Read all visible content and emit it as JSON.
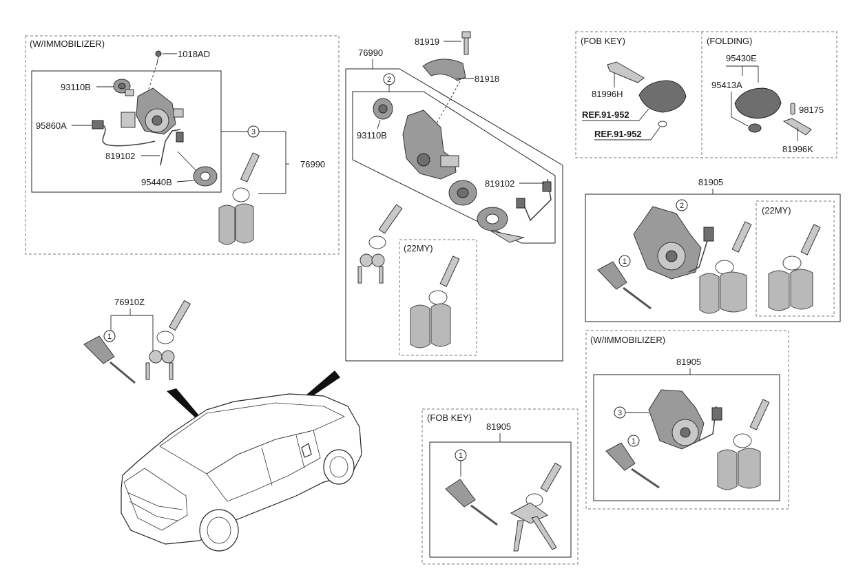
{
  "groups": {
    "w_immobilizer_1": "(W/IMMOBILIZER)",
    "fob_key_1": "(FOB KEY)",
    "folding": "(FOLDING)",
    "my22_1": "(22MY)",
    "my22_2": "(22MY)",
    "w_immobilizer_2": "(W/IMMOBILIZER)",
    "fob_key_2": "(FOB KEY)"
  },
  "parts": {
    "p_1018AD": "1018AD",
    "p_93110B_a": "93110B",
    "p_95860A": "95860A",
    "p_819102_a": "819102",
    "p_95440B": "95440B",
    "p_76990_a": "76990",
    "p_76990_b": "76990",
    "p_81919": "81919",
    "p_81918": "81918",
    "p_93110B_b": "93110B",
    "p_819102_b": "819102",
    "p_81996H": "81996H",
    "ref_1": "REF.91-952",
    "ref_2": "REF.91-952",
    "p_95430E": "95430E",
    "p_95413A": "95413A",
    "p_98175": "98175",
    "p_81996K": "81996K",
    "p_81905_a": "81905",
    "p_76910Z": "76910Z",
    "p_81905_b": "81905",
    "p_81905_c": "81905"
  },
  "callouts": {
    "c3_a": "3",
    "c2_a": "2",
    "c1_a": "1",
    "c2_b": "2",
    "c1_b": "1",
    "c3_b": "3",
    "c1_c": "1",
    "c1_d": "1"
  }
}
